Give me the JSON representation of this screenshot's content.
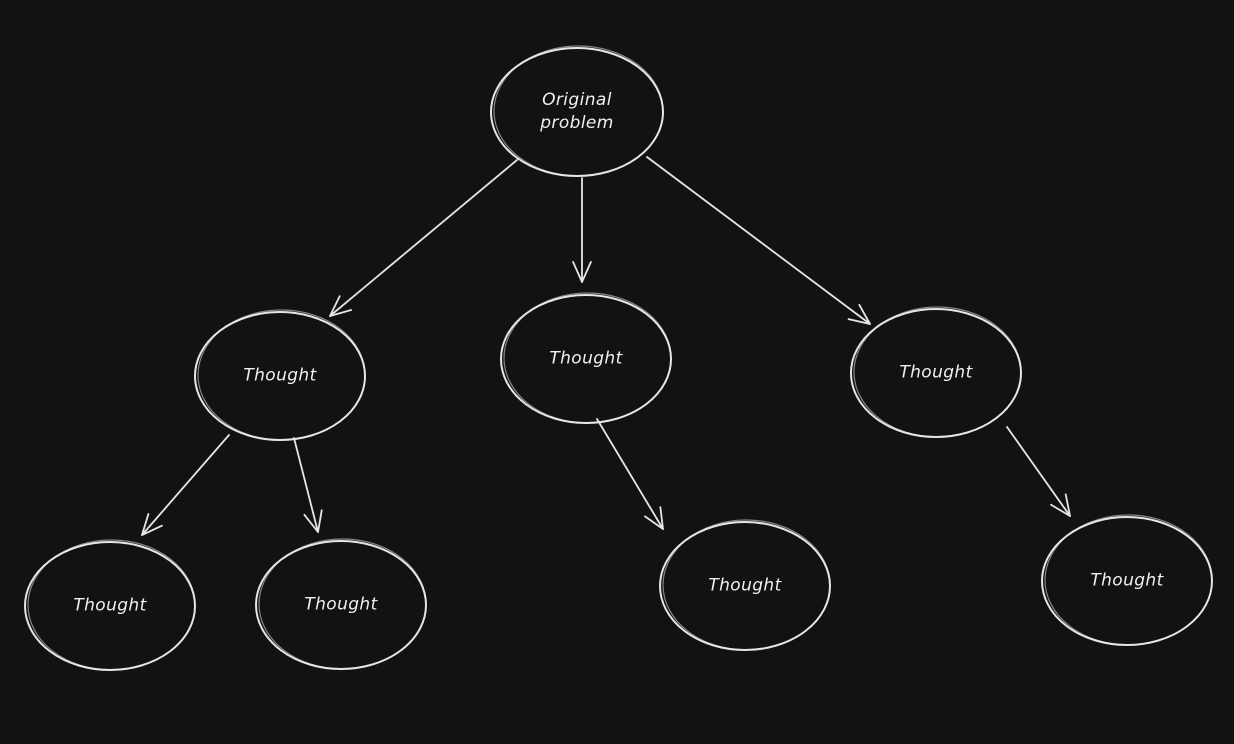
{
  "diagram": {
    "colors": {
      "background": "#121212",
      "stroke": "#e6e6e6",
      "text": "#f0f0f0"
    },
    "nodes": [
      {
        "id": "root",
        "label": "Original\nproblem"
      },
      {
        "id": "t1",
        "label": "Thought"
      },
      {
        "id": "t2",
        "label": "Thought"
      },
      {
        "id": "t3",
        "label": "Thought"
      },
      {
        "id": "t1a",
        "label": "Thought"
      },
      {
        "id": "t1b",
        "label": "Thought"
      },
      {
        "id": "t2a",
        "label": "Thought"
      },
      {
        "id": "t3a",
        "label": "Thought"
      }
    ],
    "edges": [
      {
        "from": "root",
        "to": "t1"
      },
      {
        "from": "root",
        "to": "t2"
      },
      {
        "from": "root",
        "to": "t3"
      },
      {
        "from": "t1",
        "to": "t1a"
      },
      {
        "from": "t1",
        "to": "t1b"
      },
      {
        "from": "t2",
        "to": "t2a"
      },
      {
        "from": "t3",
        "to": "t3a"
      }
    ]
  }
}
